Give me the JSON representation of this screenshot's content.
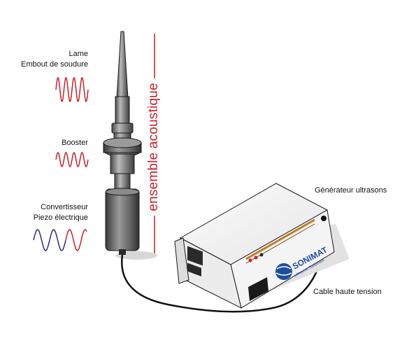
{
  "labels": {
    "lame_line1": "Lame",
    "lame_line2": "Embout de soudure",
    "booster": "Booster",
    "convertisseur_line1": "Convertisseur",
    "convertisseur_line2": "Piezo électrique",
    "generateur": "Générateur ultrasons",
    "cable": "Cable haute tension",
    "ensemble": "ensemble acoustique"
  },
  "brand": {
    "name": "SONIMAT",
    "tagline": "Ultrasonic Equipment"
  },
  "colors": {
    "accent_red": "#c8202a",
    "wave_blue": "#2a2a8a",
    "outline": "#1a1a1a",
    "metal_dark": "#5a5a5a",
    "brand_blue": "#1f4f9a"
  },
  "icons": [
    "sine-wave-icon",
    "power-socket-icon",
    "indicator-led-icon",
    "sonimat-logo-icon"
  ]
}
